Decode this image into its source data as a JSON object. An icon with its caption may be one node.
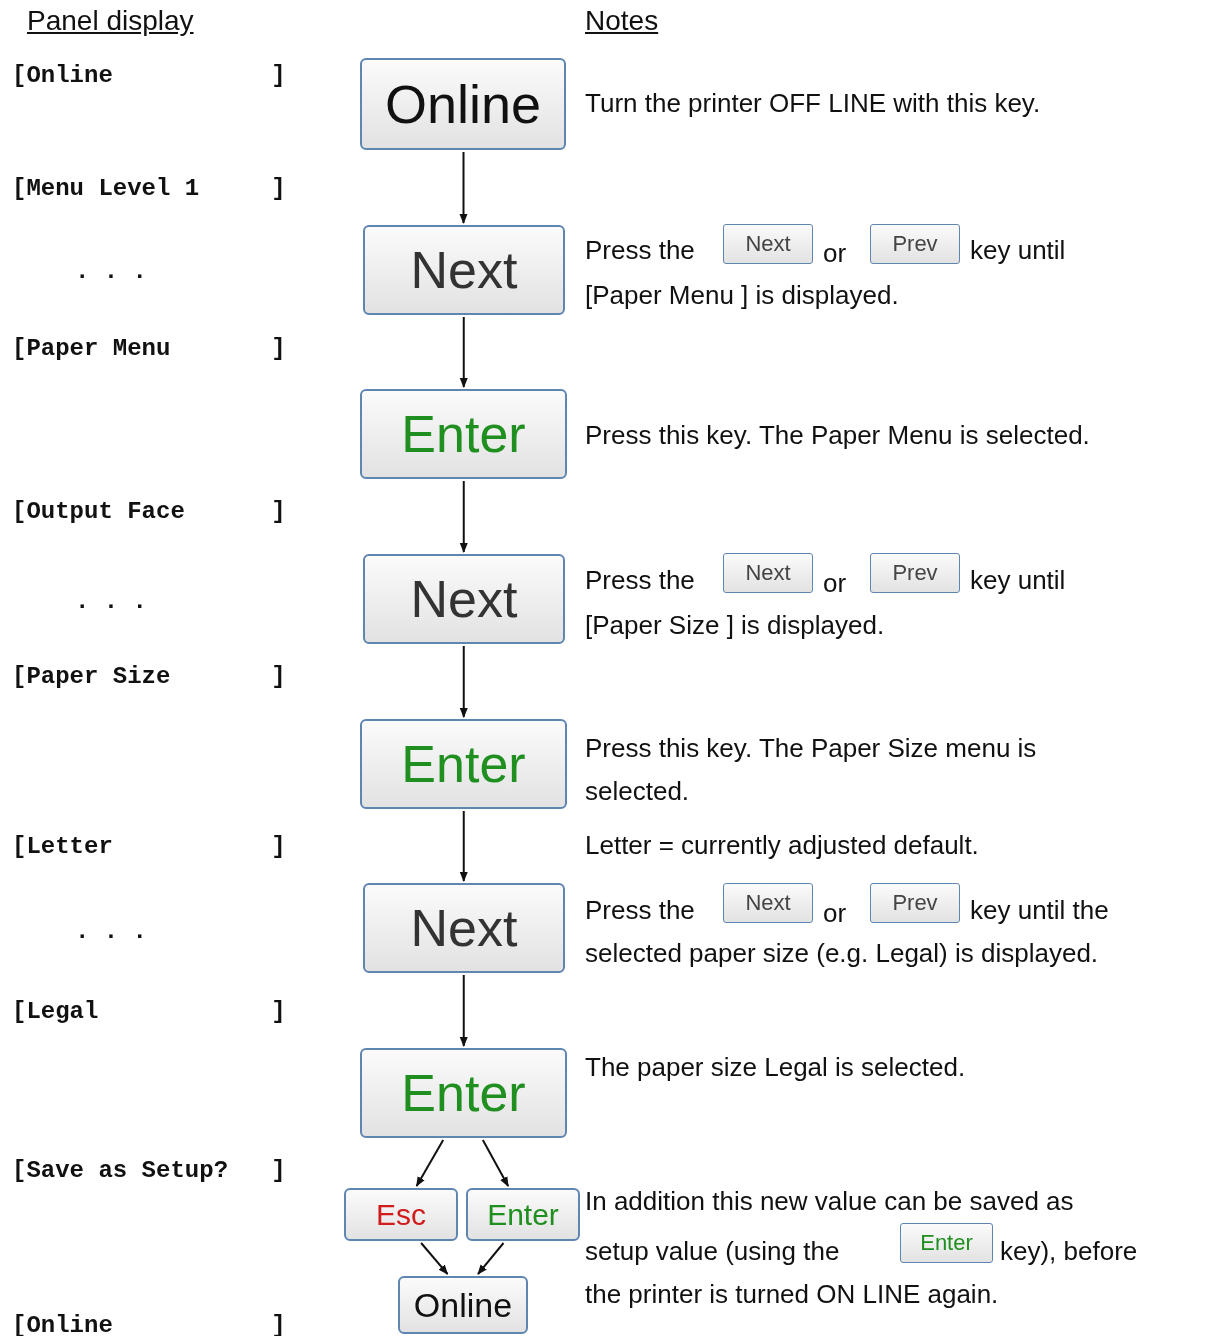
{
  "diagram": {
    "nodes": [
      {
        "text": [
          "Online"
        ]
      },
      {
        "text": [
          "Next"
        ]
      },
      {
        "text": [
          "Next"
        ]
      },
      {
        "text": [
          "Prev"
        ]
      },
      {
        "text": [
          "Enter"
        ]
      },
      {
        "text": [
          "Next"
        ]
      },
      {
        "text": [
          "Next"
        ]
      },
      {
        "text": [
          "Prev"
        ]
      },
      {
        "text": [
          "Enter"
        ]
      },
      {
        "text": [
          "Next"
        ]
      },
      {
        "text": [
          "Next"
        ]
      },
      {
        "text": [
          "Prev"
        ]
      },
      {
        "text": [
          "Enter"
        ]
      },
      {
        "text": [
          "Esc"
        ]
      },
      {
        "text": [
          "Enter"
        ]
      },
      {
        "text": [
          "Enter"
        ]
      },
      {
        "text": [
          "Online"
        ]
      }
    ],
    "edges": [
      {
        "from": 0,
        "to": 1,
        "arrow": "to"
      },
      {
        "from": 1,
        "to": 4,
        "arrow": "to"
      },
      {
        "from": 4,
        "to": 5,
        "arrow": "to"
      },
      {
        "from": 5,
        "to": 8,
        "arrow": "to"
      },
      {
        "from": 8,
        "to": 9,
        "arrow": "to"
      },
      {
        "from": 9,
        "to": 12,
        "arrow": "to"
      },
      {
        "from": 12,
        "to": 13,
        "arrow": "to"
      },
      {
        "from": 12,
        "to": 14,
        "arrow": "to"
      },
      {
        "from": 13,
        "to": 16,
        "arrow": "to"
      },
      {
        "from": 14,
        "to": 16,
        "arrow": "to"
      }
    ],
    "labels": [
      "Panel display",
      "Notes",
      "[Online           ]",
      "Turn the printer OFF LINE with this key.",
      "[Menu Level 1     ]",
      ". . .",
      "Press the",
      "or",
      "key until",
      "[Paper Menu ] is displayed.",
      "[Paper Menu       ]",
      "Press this key. The Paper Menu is selected.",
      "[Output Face      ]",
      ". . .",
      "Press the",
      "or",
      "key until",
      "[Paper Size ] is displayed.",
      "[Paper Size       ]",
      "Press this key. The Paper Size menu is selected.",
      "[Letter           ]",
      "Letter = currently adjusted default.",
      ". . .",
      "Press the",
      "or",
      "key until the",
      "selected paper size (e.g. Legal) is displayed.",
      "[Legal            ]",
      "The paper size Legal is selected.",
      "[Save as Setup?   ]",
      "In addition this new value can be saved as",
      "setup value (using the",
      "key), before",
      "the printer is turned ON LINE again.",
      "[Online           ]"
    ]
  }
}
